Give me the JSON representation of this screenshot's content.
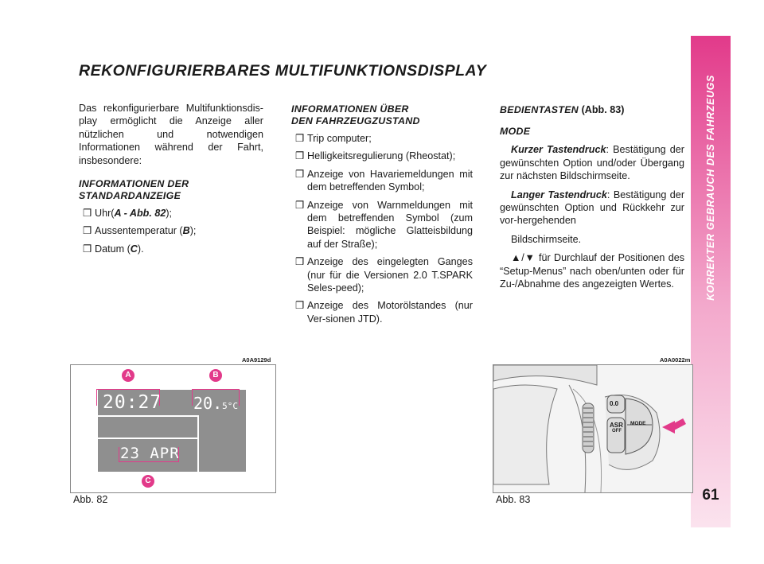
{
  "title": "REKONFIGURIERBARES MULTIFUNKTIONSDISPLAY",
  "side_header": "KORREKTER GEBRAUCH DES FAHRZEUGS",
  "page_number": "61",
  "col1": {
    "intro": "Das rekonfigurierbare Multifunktionsdis-play ermöglicht die Anzeige aller nützlichen und notwendigen Informationen während der Fahrt, insbesondere:",
    "sub_line1": "INFORMATIONEN DER",
    "sub_line2": "STANDARDANZEIGE",
    "bullet_symbol": "❒",
    "items": [
      {
        "text": "Uhr(",
        "ref": "A - Abb. 82",
        "end": ");"
      },
      {
        "text": "Aussentemperatur (",
        "ref": "B",
        "end": ");"
      },
      {
        "text": "Datum (",
        "ref": "C",
        "end": ")."
      }
    ]
  },
  "col2": {
    "sub_line1": "INFORMATIONEN ÜBER",
    "sub_line2": "DEN FAHRZEUGZUSTAND",
    "items": [
      "Trip computer;",
      "Helligkeitsregulierung (Rheostat);",
      "Anzeige von Havariemeldungen mit dem betreffenden Symbol;",
      "Anzeige von Warnmeldungen mit dem betreffenden Symbol (zum Beispiel: mögliche Glatteisbildung auf der Straße);",
      "Anzeige des eingelegten Ganges (nur für die Versionen 2.0 T.SPARK Seles-peed);",
      "Anzeige des Motorölstandes (nur Ver-sionen JTD)."
    ]
  },
  "col3": {
    "heading": "BEDIENTASTEN",
    "heading_ref": "(Abb. 83)",
    "mode": "MODE",
    "kurz_label": "Kurzer Tastendruck",
    "kurz_text": ": Bestätigung der gewünschten Option und/oder Übergang zur nächsten Bildschirmseite.",
    "lang_label": "Langer Tastendruck",
    "lang_text": ": Bestätigung der gewünschten Option und Rückkehr zur vor-hergehenden",
    "bildschirm": "Bildschirmseite.",
    "arrows_text": "▲/▼ für Durchlauf der Positionen des “Setup-Menus” nach oben/unten oder für Zu-/Abnahme des angezeigten Wertes."
  },
  "fig1": {
    "code": "A0A9129d",
    "label": "Abb. 82",
    "time": "20:27",
    "temp": "20.",
    "temp_decimal": "5",
    "temp_unit": "°C",
    "date": "23 APR",
    "markers": [
      "A",
      "B",
      "C"
    ]
  },
  "fig2": {
    "code": "A0A0022m",
    "label": "Abb. 83",
    "btn_trip": "0.0",
    "btn_asr": "ASR",
    "btn_off": "OFF",
    "btn_mode": "MODE"
  },
  "colors": {
    "accent": "#e23a8a",
    "lcd": "#8f8f8f"
  }
}
